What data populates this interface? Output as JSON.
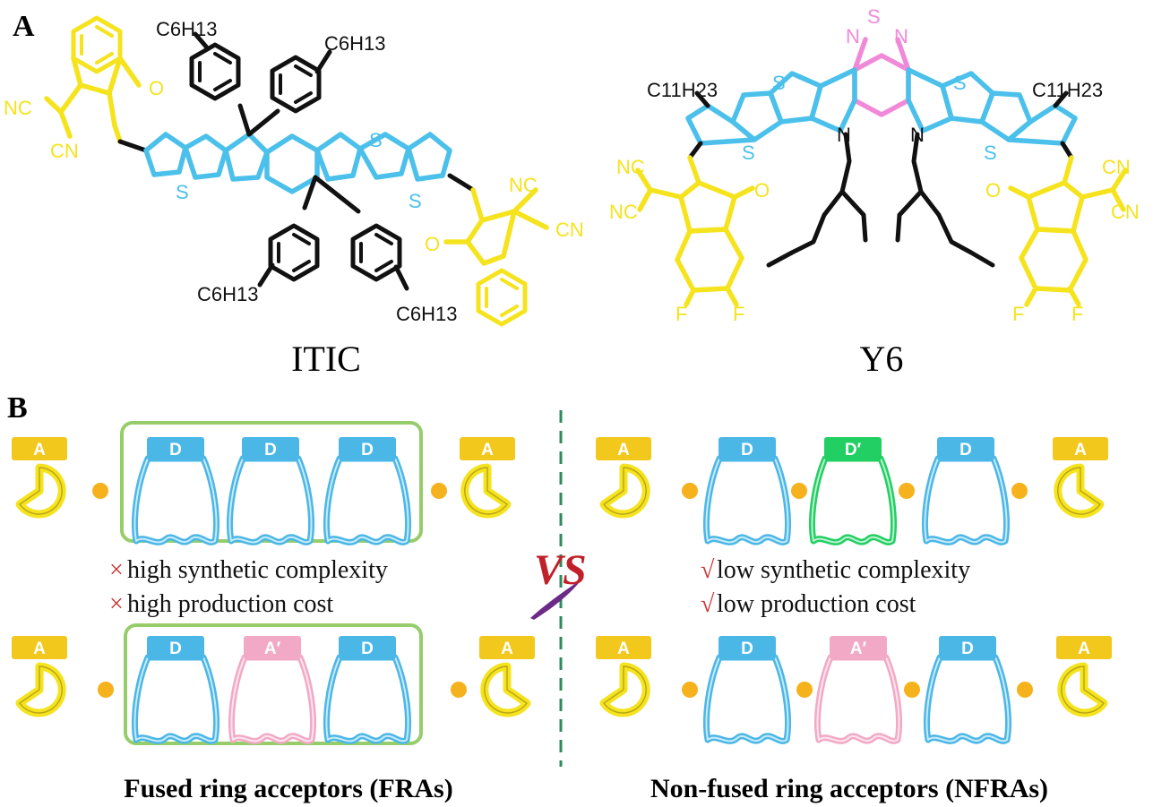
{
  "panel_a": {
    "label": "A",
    "molecule_1": {
      "name": "ITIC",
      "substituent": "C6H13",
      "groups": [
        "NC",
        "CN",
        "O",
        "S"
      ]
    },
    "molecule_2": {
      "name": "Y6",
      "substituent": "C11H23",
      "groups": [
        "NC",
        "CN",
        "O",
        "S",
        "N",
        "F"
      ]
    }
  },
  "panel_b": {
    "label": "B",
    "unit_labels": {
      "acceptor": "A",
      "donor": "D",
      "donor_prime": "D′",
      "acceptor_prime": "A′"
    },
    "vs_text": "VS",
    "fra": {
      "cons": [
        "high synthetic complexity",
        "high production cost"
      ],
      "cons_mark": "×",
      "caption": "Fused ring acceptors (FRAs)"
    },
    "nfra": {
      "pros": [
        "low synthetic complexity",
        "low production cost"
      ],
      "pros_mark": "√",
      "caption": "Non-fused ring acceptors (NFRAs)"
    }
  },
  "colors": {
    "acceptor_yellow": "#f5e31e",
    "label_yellow": "#f2c81c",
    "donor_blue": "#4bb7e6",
    "donor_prime_green": "#22cf63",
    "acceptor_prime_pink": "#f2a9c6",
    "core_pink": "#f08ad8",
    "dot_orange": "#f5b21c",
    "frame_green": "#96cd6a",
    "divider_green": "#2e8a5a",
    "cross_red": "#cc3333"
  }
}
